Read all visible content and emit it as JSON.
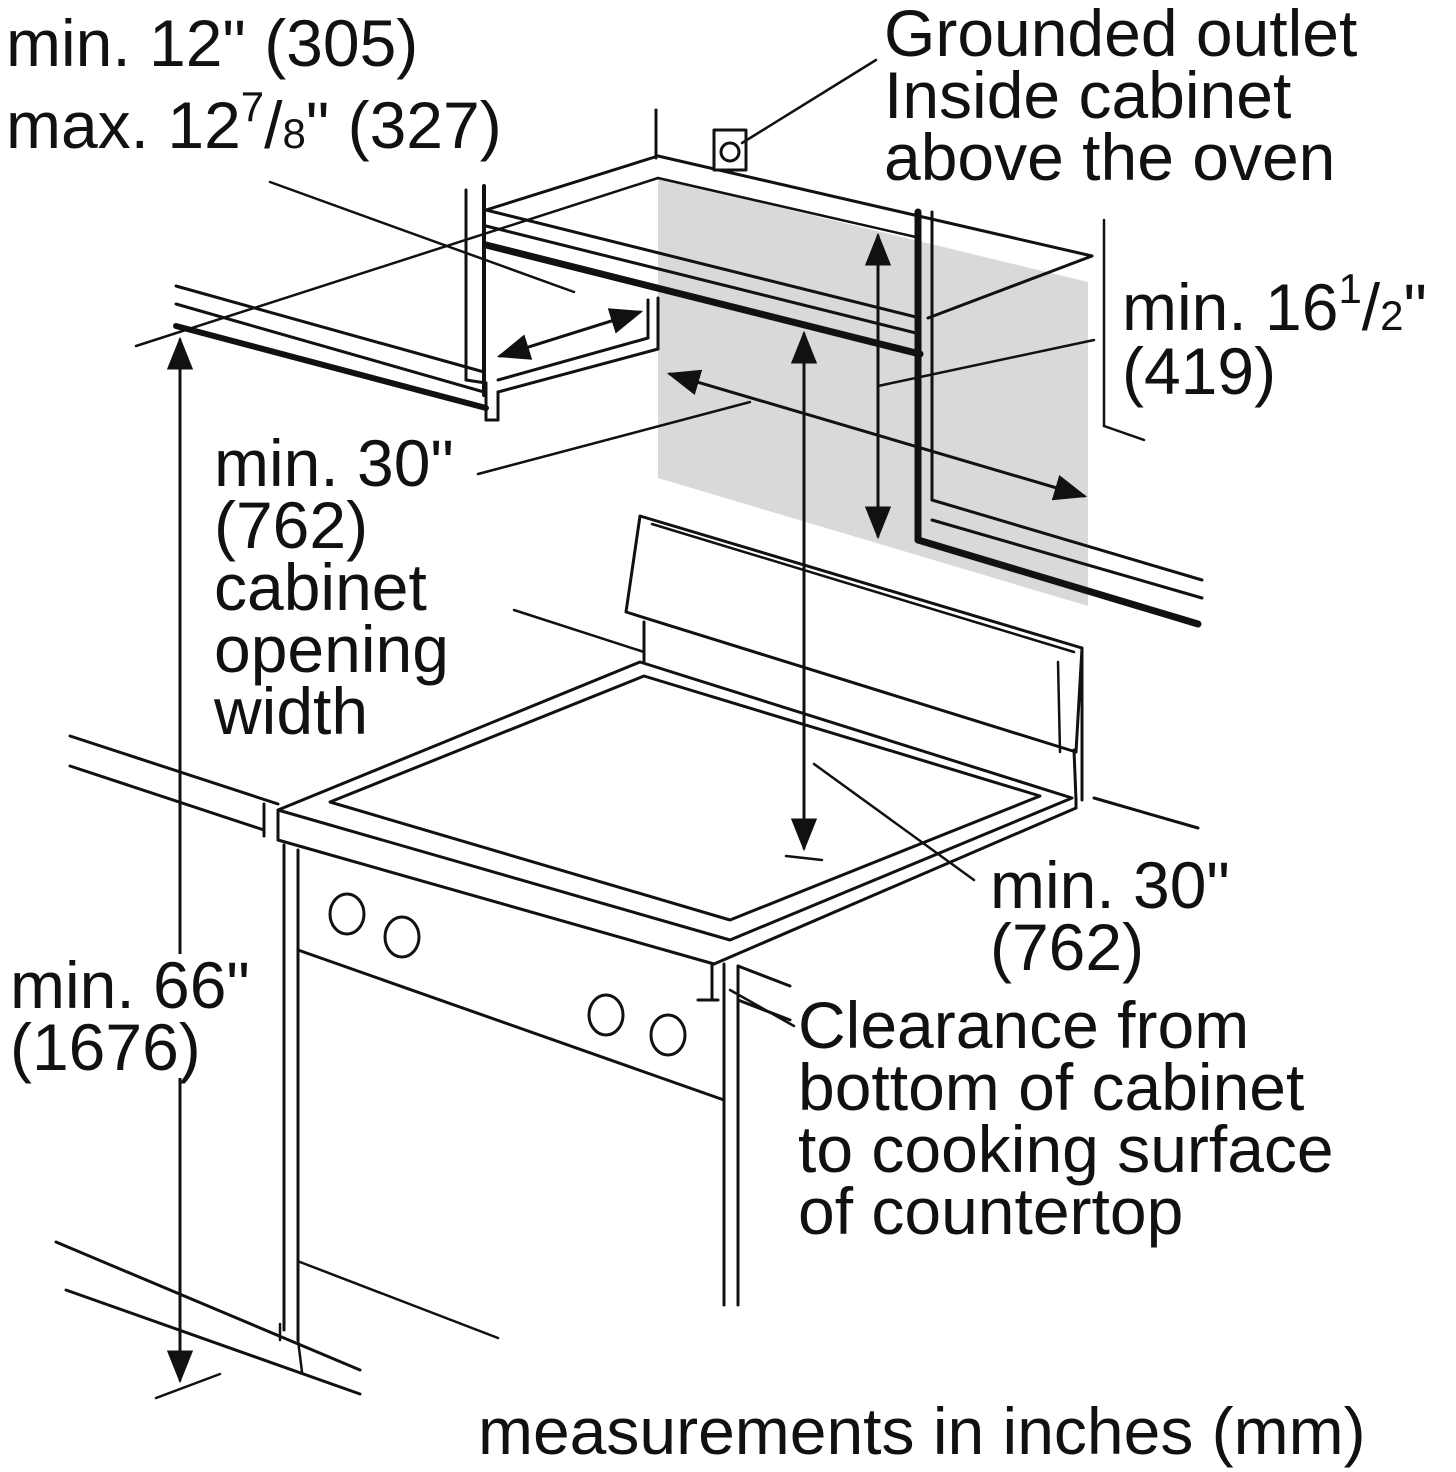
{
  "colors": {
    "ink": "#111111",
    "clearance_shade": "#d9d9d9",
    "background": "#ffffff"
  },
  "labels": {
    "cabinet_depth_min": "min. 12\" (305)",
    "cabinet_depth_max_prefix": "max. 12",
    "cabinet_depth_max_sup": "7",
    "cabinet_depth_max_mid": "/",
    "cabinet_depth_max_sub": "8",
    "cabinet_depth_max_suffix": "\" (327)",
    "outlet": [
      "Grounded outlet",
      "Inside cabinet",
      "above the oven"
    ],
    "outlet_height_prefix": "min. 16",
    "outlet_height_sup": "1",
    "outlet_height_mid": "/",
    "outlet_height_sub": "2",
    "outlet_height_suffix": "\"",
    "outlet_height_mm": "(419)",
    "cabinet_width": [
      "min. 30\"",
      "(762)",
      "cabinet",
      "opening",
      "width"
    ],
    "clearance_value": [
      "min. 30\"",
      "(762)"
    ],
    "clearance_desc": [
      "Clearance from",
      "bottom of cabinet",
      "to cooking surface",
      "of countertop"
    ],
    "total_height": [
      "min. 66\"",
      "(1676)"
    ],
    "units_note": "measurements in inches (mm)"
  }
}
